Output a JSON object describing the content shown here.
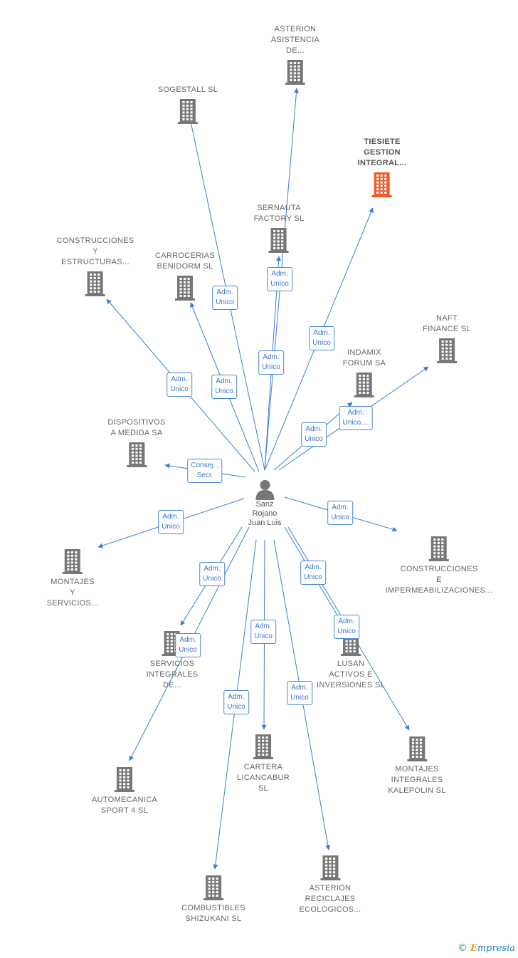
{
  "center": {
    "name": "Sanz\nRojano\nJuan Luis",
    "icon": "person-icon"
  },
  "colors": {
    "edge": "#3a7fd8",
    "building": "#777777",
    "building_highlight": "#f05a28"
  },
  "companies": [
    {
      "id": "asterion-asistencia",
      "label": "ASTERION\nASISTENCIA\nDE...",
      "role": "Adm.\nUnico",
      "highlight": false
    },
    {
      "id": "sogestall",
      "label": "SOGESTALL SL",
      "role": "Adm.\nUnico",
      "highlight": false
    },
    {
      "id": "tiesiete",
      "label": "TIESIETE\nGESTION\nINTEGRAL...",
      "role": "Adm.\nUnico",
      "highlight": true
    },
    {
      "id": "sernauta",
      "label": "SERNAUTA\nFACTORY SL",
      "role": "Adm.\nUnico",
      "highlight": false
    },
    {
      "id": "construcciones-estructuras",
      "label": "CONSTRUCCIONES\nY\nESTRUCTURAS...",
      "role": "Adm.\nUnico",
      "highlight": false
    },
    {
      "id": "carrocerias",
      "label": "CARROCERIAS\nBENIDORM SL",
      "role": "Adm.\nUnico",
      "highlight": false
    },
    {
      "id": "naft",
      "label": "NAFT\nFINANCE SL",
      "role": "Adm.\nUnico",
      "highlight": false
    },
    {
      "id": "indamix",
      "label": "INDAMIX\nFORUM SA",
      "role": "Adm.\nUnico,...",
      "highlight": false
    },
    {
      "id": "dispositivos",
      "label": "DISPOSITIVOS\nA MEDIDA SA",
      "role": "Consej. ,\nSecr.",
      "highlight": false
    },
    {
      "id": "montajes-servicios",
      "label": "MONTAJES\nY\nSERVICIOS...",
      "role": "Adm.\nUnico",
      "highlight": false
    },
    {
      "id": "construcciones-impermeabilizaciones",
      "label": "CONSTRUCCIONES\nE\nIMPERMEABILIZACIONES...",
      "role": "Adm.\nUnico",
      "highlight": false
    },
    {
      "id": "servicios-integrales",
      "label": "SERVICIOS\nINTEGRALES\nDE...",
      "role": "Adm.\nUnico",
      "highlight": false
    },
    {
      "id": "lusan",
      "label": "LUSAN\nACTIVOS E\nINVERSIONES SL",
      "role": "Adm.\nUnico",
      "highlight": false
    },
    {
      "id": "automecanica",
      "label": "AUTOMECANICA\nSPORT 4 SL",
      "role": "Adm.\nUnico",
      "highlight": false
    },
    {
      "id": "cartera",
      "label": "CARTERA\nLICANCABUR\nSL",
      "role": "Adm.\nUnico",
      "highlight": false
    },
    {
      "id": "montajes-kalepolin",
      "label": "MONTAJES\nINTEGRALES\nKALEPOLIN SL",
      "role": "Adm.\nUnico",
      "highlight": false
    },
    {
      "id": "combustibles",
      "label": "COMBUSTIBLES\nSHIZUKANI SL",
      "role": "Adm.\nUnico",
      "highlight": false
    },
    {
      "id": "asterion-reciclajes",
      "label": "ASTERION\nRECICLAJES\nECOLOGICOS...",
      "role": "Adm.\nUnico",
      "highlight": false
    }
  ],
  "footer": {
    "copyright": "©",
    "brand_first": "E",
    "brand_rest": "mpresia"
  }
}
